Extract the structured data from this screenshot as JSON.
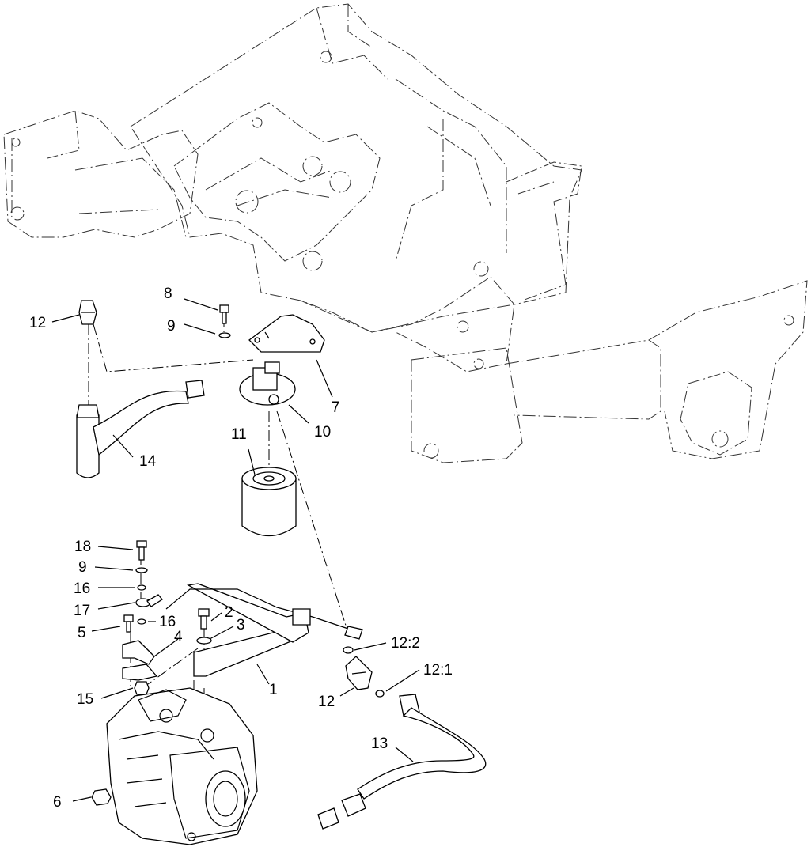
{
  "callouts": {
    "c1": "1",
    "c2": "2",
    "c3": "3",
    "c4": "4",
    "c5": "5",
    "c6": "6",
    "c7": "7",
    "c8": "8",
    "c9a": "9",
    "c9b": "9",
    "c10": "10",
    "c11": "11",
    "c12a": "12",
    "c12b": "12",
    "c12_1": "12:1",
    "c12_2": "12:2",
    "c13": "13",
    "c14": "14",
    "c15": "15",
    "c16a": "16",
    "c16b": "16",
    "c17": "17",
    "c18": "18"
  }
}
